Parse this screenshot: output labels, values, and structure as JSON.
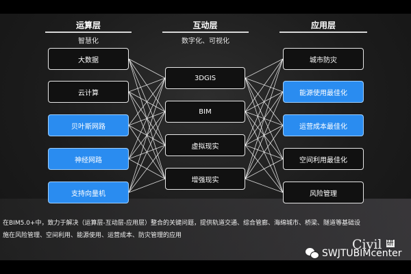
{
  "columns": [
    {
      "title": "运算层",
      "subtitle": "智慧化",
      "items": [
        {
          "label": "大数据",
          "highlight": false
        },
        {
          "label": "云计算",
          "highlight": false
        },
        {
          "label": "贝叶斯网路",
          "highlight": true
        },
        {
          "label": "神经网路",
          "highlight": true
        },
        {
          "label": "支持向量机",
          "highlight": true
        }
      ]
    },
    {
      "title": "互动层",
      "subtitle": "数字化、可视化",
      "items": [
        {
          "label": "3DGIS",
          "highlight": false
        },
        {
          "label": "BIM",
          "highlight": false
        },
        {
          "label": "虚拟现实",
          "highlight": false
        },
        {
          "label": "增强现实",
          "highlight": false
        }
      ]
    },
    {
      "title": "应用层",
      "subtitle": "",
      "items": [
        {
          "label": "城市防灾",
          "highlight": false
        },
        {
          "label": "能源使用最佳化",
          "highlight": true
        },
        {
          "label": "运营成本最佳化",
          "highlight": true
        },
        {
          "label": "空间利用最佳化",
          "highlight": false
        },
        {
          "label": "风险管理",
          "highlight": false
        }
      ]
    }
  ],
  "caption": {
    "line1": "在BIM5.0+中，致力于解决（运算层-互动层-应用层）整合的关键问题，提供轨道交通、综合管廊、海绵城市、桥梁、隧道等基础设",
    "line2": "施在风险管理、空间利用、能源使用、运营成本、防灾管理的应用"
  },
  "watermark": {
    "logo_text": "Civil",
    "logo_badge": "研",
    "account": "SWJTUBIMcenter",
    "icon": "wechat-icon"
  },
  "colors": {
    "highlight": "#2a8cf0",
    "box_dark": "#111111",
    "link": "#ffffff"
  }
}
